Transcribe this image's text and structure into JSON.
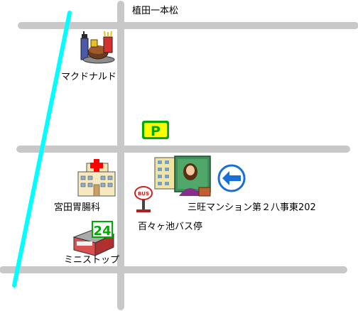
{
  "map": {
    "intersection_label": "植田一本松",
    "landmarks": {
      "mcdonalds": "マクドナルド",
      "clinic": "宮田胃腸科",
      "ministop": "ミニストップ",
      "bus_stop": "百々ヶ池バス停",
      "destination": "三旺マンション第２八事東202"
    },
    "parking_sign": "P",
    "store_sign": "24",
    "bus_sign": "BUS",
    "colors": {
      "road": "#c8c8c8",
      "rail": "#00ffff",
      "parking_bg": "#ffff00",
      "parking_border": "#00aa00",
      "arrow": "#1a6fd6",
      "cross": "#ff0000"
    },
    "icons": [
      "burger-set-icon",
      "parking-icon",
      "hospital-icon",
      "convenience-store-icon",
      "bus-stop-icon",
      "office-woman-icon",
      "left-arrow-icon"
    ]
  }
}
